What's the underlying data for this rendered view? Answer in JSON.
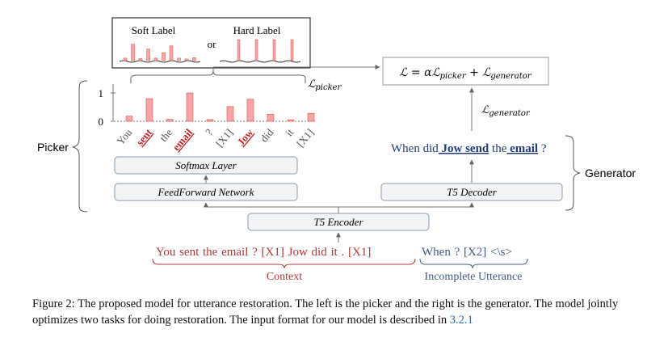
{
  "legend": {
    "soft_label": "Soft Label",
    "or": "or",
    "hard_label": "Hard Label",
    "soft_bars": [
      0.12,
      0.78,
      0.1,
      0.55,
      0.12,
      0.38,
      0.7,
      0.12,
      0.08,
      0.14
    ],
    "hard_bars": [
      1.0,
      1.0,
      1.0,
      1.0
    ]
  },
  "picker": {
    "label": "Picker",
    "y_tick_1": "1",
    "y_tick_0": "0",
    "tokens": [
      {
        "text": "You",
        "value": 0.18,
        "highlight": false
      },
      {
        "text": "sent",
        "value": 0.8,
        "highlight": true
      },
      {
        "text": "the",
        "value": 0.07,
        "highlight": false
      },
      {
        "text": "email",
        "value": 1.0,
        "highlight": true
      },
      {
        "text": "?",
        "value": 0.06,
        "highlight": false
      },
      {
        "text": "[X1]",
        "value": 0.52,
        "highlight": false
      },
      {
        "text": "Jow",
        "value": 0.78,
        "highlight": true
      },
      {
        "text": "did",
        "value": 0.25,
        "highlight": false
      },
      {
        "text": "it",
        "value": 0.05,
        "highlight": false
      },
      {
        "text": "[X1]",
        "value": 0.28,
        "highlight": false
      }
    ],
    "softmax_layer": "Softmax Layer",
    "feedforward": "FeedForward Network"
  },
  "loss": {
    "picker_label": "ℒpicker",
    "generator_label": "ℒgenerator",
    "total": "ℒ = αℒpicker + ℒgenerator"
  },
  "generator": {
    "label": "Generator",
    "decoder": "T5 Decoder",
    "output_words": [
      "When",
      "did",
      "Jow",
      "send",
      "the",
      "email",
      "?"
    ],
    "output_emphasis": [
      false,
      false,
      true,
      true,
      false,
      true,
      false
    ]
  },
  "encoder": "T5 Encoder",
  "input": {
    "context": "You sent the email ? [X1] Jow did it . [X1]",
    "utterance": "When ? [X2] <\\s>",
    "context_label": "Context",
    "utterance_label": "Incomplete Utterance"
  },
  "caption": {
    "text": "Figure 2: The proposed model for utterance restoration. The left is the picker and the right is the generator. The model jointly optimizes two tasks for doing restoration. The input format for our model is described in ",
    "ref": "3.2.1"
  },
  "colors": {
    "bar": "#f4a6a6",
    "bar_stroke": "#d9534f",
    "highlight_red": "#c0282d",
    "context_red": "#b03a3a",
    "dark_blue": "#1f3d7a",
    "utter_blue": "#3d5a88",
    "box_fill": "#f2f3f5",
    "box_stroke": "#8a9bb0"
  }
}
